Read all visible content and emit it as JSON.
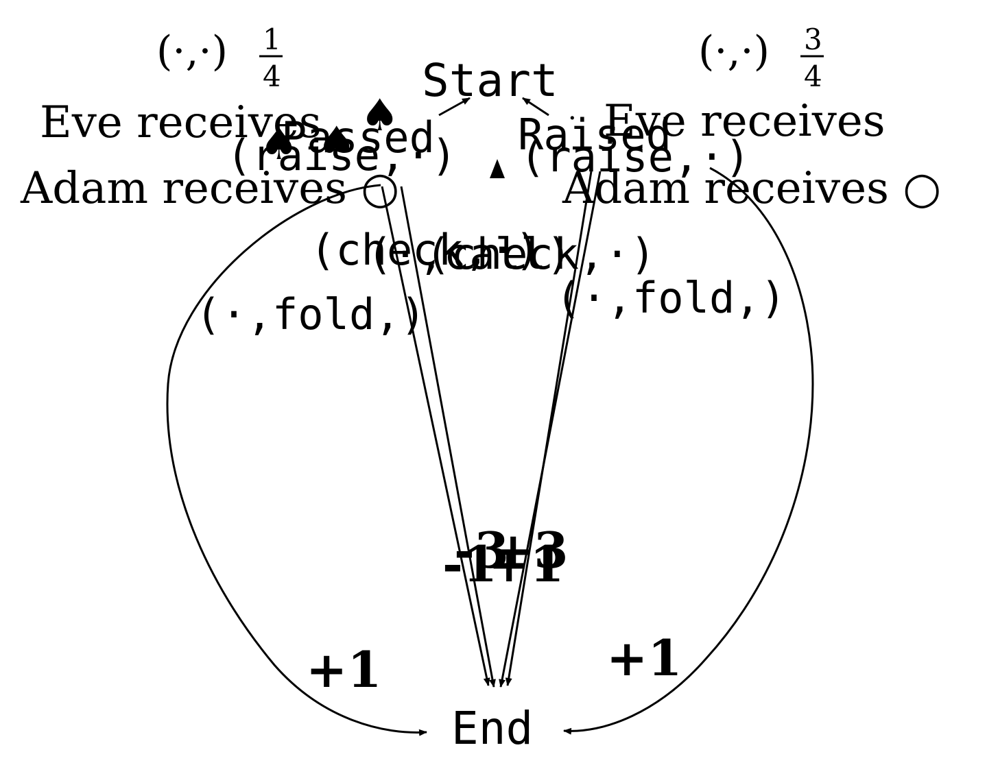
{
  "nodes": {
    "start": "Start",
    "end": "End",
    "passed": "Passed",
    "raised": "Raised"
  },
  "chance": {
    "left": {
      "prob_prefix": "(·,·)",
      "prob_num": "1",
      "prob_den": "4",
      "eve": "Eve receives",
      "eve_card": "♠",
      "adam": "Adam receives ○"
    },
    "right": {
      "prob_prefix": "(·,·)",
      "prob_num": "3",
      "prob_den": "4",
      "eve": "Eve receives",
      "eve_card": "♠",
      "adam": "Adam receives ○"
    }
  },
  "actions": {
    "left_raise": "(raise,·)",
    "right_raise": "(raise,·)",
    "check_left": "(check,·)",
    "check_right": "(check,·)",
    "call": "(·,call)",
    "fold_left": "(·,fold,)",
    "fold_right": "(·,fold,)"
  },
  "payoffs": {
    "left_fold": "+1",
    "right_fold": "+1",
    "m1": "-1",
    "p1": "+1",
    "m3": "-3",
    "p3": "+3"
  },
  "icons": {
    "spade_a": "spade-icon",
    "spade_b": "spade-icon",
    "spade_c": "spade-icon",
    "small_spade": "spade-icon"
  }
}
